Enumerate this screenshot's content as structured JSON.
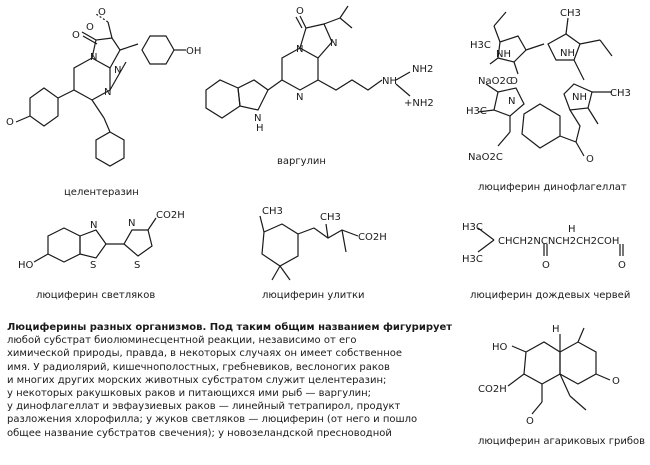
{
  "captions": {
    "coelenterazine": "целентеразин",
    "vargulin": "варгулин",
    "dinoflagellate": "люциферин динофлагеллат",
    "firefly": "люциферин светляков",
    "snail": "люциферин улитки",
    "earthworm": "люциферин дождевых червей",
    "agaric": "люциферин агариковых грибов"
  },
  "atoms": {
    "O": "O",
    "OH": "OH",
    "N": "N",
    "NH": "NH",
    "H": "H",
    "NH2": "NH2",
    "plusNH2": "+NH2",
    "S": "S",
    "HO": "HO",
    "CO2H": "CO2H",
    "NaO2C": "NaO2C",
    "CH3": "CH3",
    "H3C": "H3C",
    "worm_formula": "CHCH2NCNCH2CH2COH",
    "worm_O1": "O",
    "worm_O2": "O",
    "worm_H": "H"
  },
  "paragraph": {
    "lines": [
      "Люциферины разных организмов. Под таким общим названием фигурирует",
      "любой субстрат биолюминесцентной реакции, независимо от его",
      "химической природы, правда, в некоторых случаях он имеет собственное",
      "имя. У радиолярий, кишечнополостных, гребневиков, веслоногих раков",
      "и многих других морских животных субстратом служит целентеразин;",
      "у некоторых ракушковых раков и питающихся ими рыб — варгулин;",
      "у динофлагеллат и эвфаузиевых раков — линейный тетрапирол, продукт",
      "разложения хлорофилла; у жуков светляков — люциферин (от него и пошло",
      "общее название субстратов свечения); у новозеландской пресноводной"
    ]
  }
}
